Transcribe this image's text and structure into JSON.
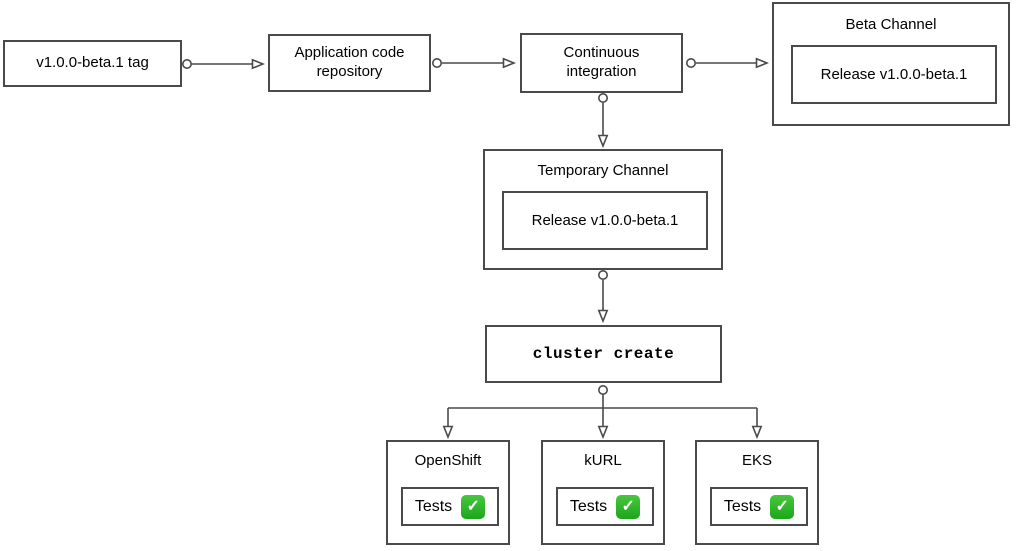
{
  "colors": {
    "border": "#4a4a4a",
    "connector": "#4a4a4a",
    "background": "#ffffff",
    "text": "#000000",
    "check_green_top": "#47c73f",
    "check_green_bottom": "#1ca61c",
    "check_mark_color": "#ffffff"
  },
  "nodes": {
    "tag": {
      "label": "v1.0.0-beta.1 tag"
    },
    "repository": {
      "label": "Application code repository"
    },
    "ci": {
      "label": "Continuous integration"
    },
    "beta_channel": {
      "title": "Beta Channel",
      "release_label": "Release v1.0.0-beta.1"
    },
    "temporary_channel": {
      "title": "Temporary Channel",
      "release_label": "Release v1.0.0-beta.1"
    },
    "cluster_create": {
      "label": "cluster create"
    },
    "clusters": [
      {
        "title": "OpenShift",
        "tests_label": "Tests"
      },
      {
        "title": "kURL",
        "tests_label": "Tests"
      },
      {
        "title": "EKS",
        "tests_label": "Tests"
      }
    ]
  },
  "icons": {
    "check_mark": "✓"
  }
}
